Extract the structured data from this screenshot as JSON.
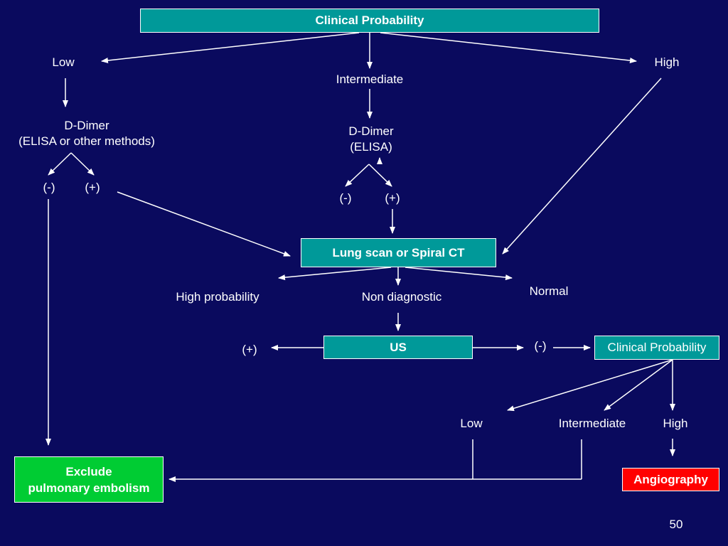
{
  "top_box": "Clinical Probability",
  "branch_low": "Low",
  "branch_intermediate": "Intermediate",
  "branch_high": "High",
  "ddimer_left": {
    "line1": "D-Dimer",
    "line2": "(ELISA or other methods)"
  },
  "ddimer_mid": {
    "line1": "D-Dimer",
    "line2": "(ELISA)"
  },
  "neg": "(-)",
  "pos": "(+)",
  "scan_box": "Lung scan or Spiral CT",
  "result_high": "High probability",
  "result_nondiag": "Non diagnostic",
  "result_normal": "Normal",
  "us_box": "US",
  "us_pos": "(+)",
  "us_neg": "(-)",
  "clinical_box2": "Clinical Probability",
  "low2": "Low",
  "intermediate2": "Intermediate",
  "high2": "High",
  "exclude_box": {
    "line1": "Exclude",
    "line2": "pulmonary embolism"
  },
  "angiography_box": "Angiography",
  "page_number": "50",
  "colors": {
    "background": "#0a0a5e",
    "teal": "#009999",
    "green": "#00cc33",
    "red": "#ff0000",
    "line": "#ffffff"
  }
}
